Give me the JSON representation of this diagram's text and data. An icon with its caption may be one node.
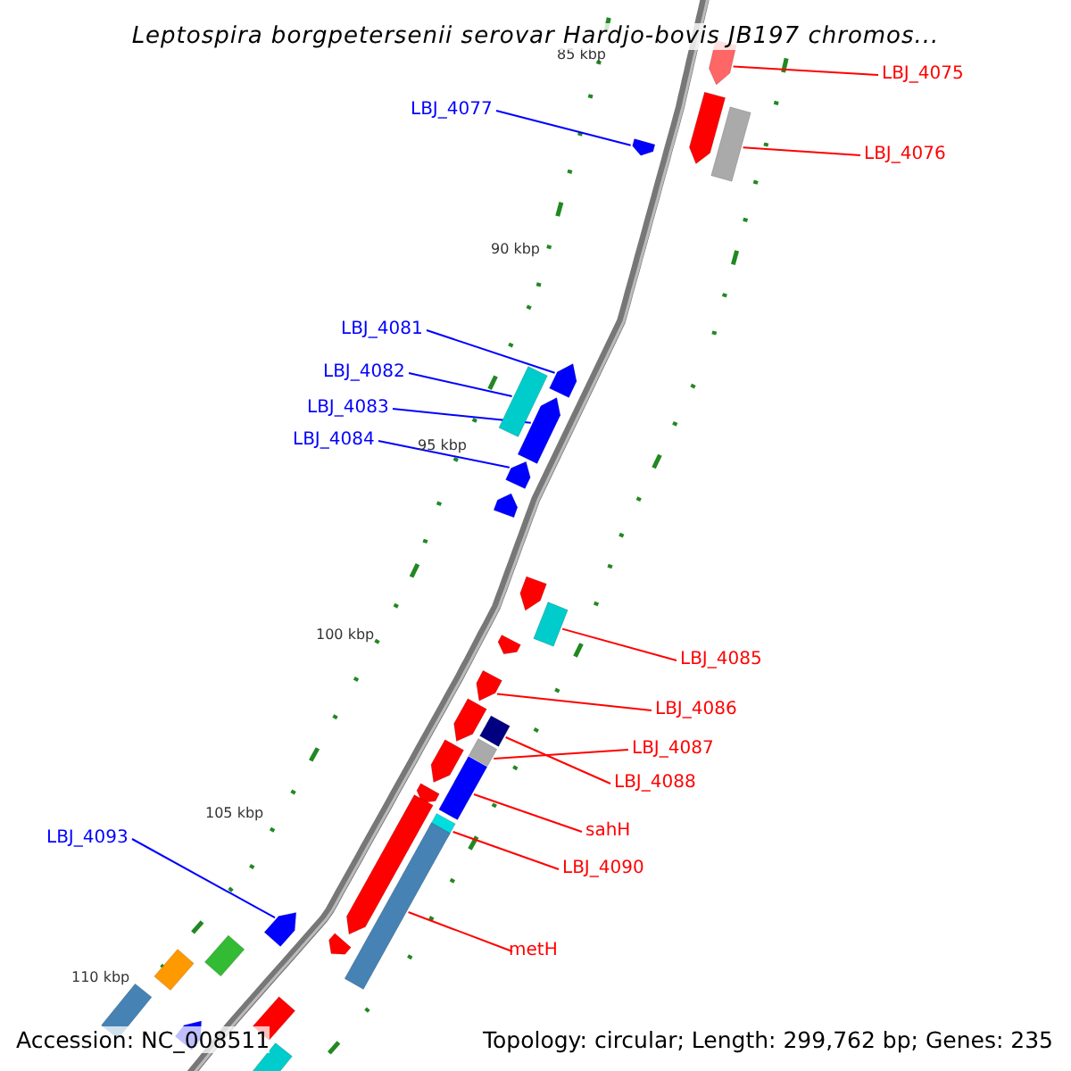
{
  "diagram": {
    "title": "Leptospira borgpetersenii serovar Hardjo-bovis JB197 chromos...",
    "nodes": [
      {
        "text": [
          "LBJ_4075"
        ]
      },
      {
        "text": [],
        "shape": "arrow"
      },
      {
        "text": [
          "LBJ_4076"
        ]
      },
      {
        "text": [],
        "shape": "box"
      },
      {
        "text": [
          "LBJ_4077"
        ]
      },
      {
        "text": [],
        "shape": "arrow"
      },
      {
        "text": [
          "LBJ_4081"
        ]
      },
      {
        "text": [],
        "shape": "arrow"
      },
      {
        "text": [
          "LBJ_4082"
        ]
      },
      {
        "text": [],
        "shape": "box"
      },
      {
        "text": [
          "LBJ_4083"
        ]
      },
      {
        "text": [],
        "shape": "arrow"
      },
      {
        "text": [
          "LBJ_4084"
        ]
      },
      {
        "text": [],
        "shape": "arrow"
      },
      {
        "text": [
          "LBJ_4085"
        ]
      },
      {
        "text": [],
        "shape": "box"
      },
      {
        "text": [
          "LBJ_4086"
        ]
      },
      {
        "text": [],
        "shape": "arrow"
      },
      {
        "text": [
          "LBJ_4087"
        ]
      },
      {
        "text": [],
        "shape": "box"
      },
      {
        "text": [
          "LBJ_4088"
        ]
      },
      {
        "text": [],
        "shape": "box"
      },
      {
        "text": [
          "sahH"
        ]
      },
      {
        "text": [],
        "shape": "box"
      },
      {
        "text": [
          "LBJ_4090"
        ]
      },
      {
        "text": [],
        "shape": "box"
      },
      {
        "text": [
          "metH"
        ]
      },
      {
        "text": [],
        "shape": "box"
      },
      {
        "text": [
          "LBJ_4093"
        ]
      },
      {
        "text": [],
        "shape": "arrow"
      },
      {
        "text": [],
        "shape": "arrow"
      },
      {
        "text": [],
        "shape": "arrow"
      },
      {
        "text": [],
        "shape": "arrow"
      },
      {
        "text": [],
        "shape": "arrow"
      },
      {
        "text": [],
        "shape": "arrow"
      },
      {
        "text": [],
        "shape": "arrow"
      },
      {
        "text": [],
        "shape": "arrow"
      },
      {
        "text": [],
        "shape": "arrow"
      },
      {
        "text": [],
        "shape": "arrow"
      },
      {
        "text": [],
        "shape": "box"
      },
      {
        "text": [],
        "shape": "box"
      },
      {
        "text": [],
        "shape": "box"
      },
      {
        "text": [],
        "shape": "box"
      },
      {
        "text": [],
        "shape": "arrow"
      },
      {
        "text": [],
        "shape": "box"
      }
    ],
    "edges": [
      {
        "from": 0,
        "to": 1,
        "arrow": "none"
      },
      {
        "from": 2,
        "to": 3,
        "arrow": "none"
      },
      {
        "from": 4,
        "to": 5,
        "arrow": "none",
        "color": "#0000ff"
      },
      {
        "from": 6,
        "to": 7,
        "arrow": "none",
        "color": "#0000ff"
      },
      {
        "from": 8,
        "to": 9,
        "arrow": "none",
        "color": "#0000ff"
      },
      {
        "from": 10,
        "to": 11,
        "arrow": "none",
        "color": "#0000ff"
      },
      {
        "from": 12,
        "to": 13,
        "arrow": "none",
        "color": "#0000ff"
      },
      {
        "from": 14,
        "to": 15,
        "arrow": "none"
      },
      {
        "from": 16,
        "to": 17,
        "arrow": "none"
      },
      {
        "from": 18,
        "to": 19,
        "arrow": "none"
      },
      {
        "from": 20,
        "to": 21,
        "arrow": "none"
      },
      {
        "from": 22,
        "to": 23,
        "arrow": "none"
      },
      {
        "from": 24,
        "to": 25,
        "arrow": "none"
      },
      {
        "from": 26,
        "to": 27,
        "arrow": "none"
      },
      {
        "from": 28,
        "to": 29,
        "arrow": "none",
        "color": "#0000ff"
      }
    ],
    "labels": [
      "85 kbp",
      "90 kbp",
      "95 kbp",
      "100 kbp",
      "105 kbp",
      "110 kbp",
      "Accession: NC_008511",
      "Topology: circular; Length: 299,762 bp; Genes: 235"
    ]
  }
}
